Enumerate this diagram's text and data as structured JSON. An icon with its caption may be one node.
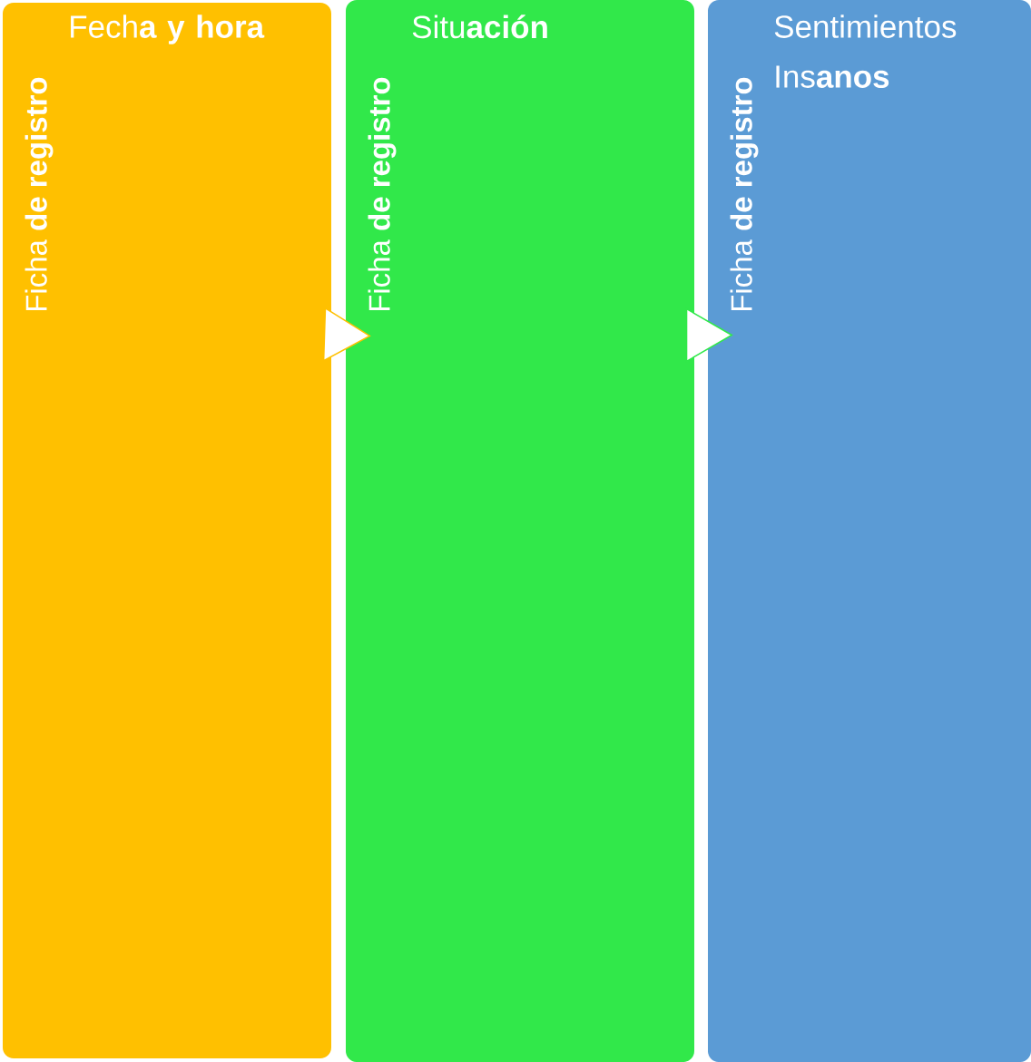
{
  "diagram": {
    "nodes": [
      {
        "text": [
          "Ficha **de registro**",
          "Fech**a y hora**"
        ]
      },
      {
        "text": [
          "Ficha **de registro**",
          "Situ**ación**"
        ]
      },
      {
        "text": [
          "Ficha **de registro**",
          "Sentimientos Ins**anos**"
        ]
      }
    ],
    "edges": [
      {
        "from": 0,
        "to": 1,
        "arrow": "to"
      },
      {
        "from": 1,
        "to": 2,
        "arrow": "to"
      }
    ]
  }
}
